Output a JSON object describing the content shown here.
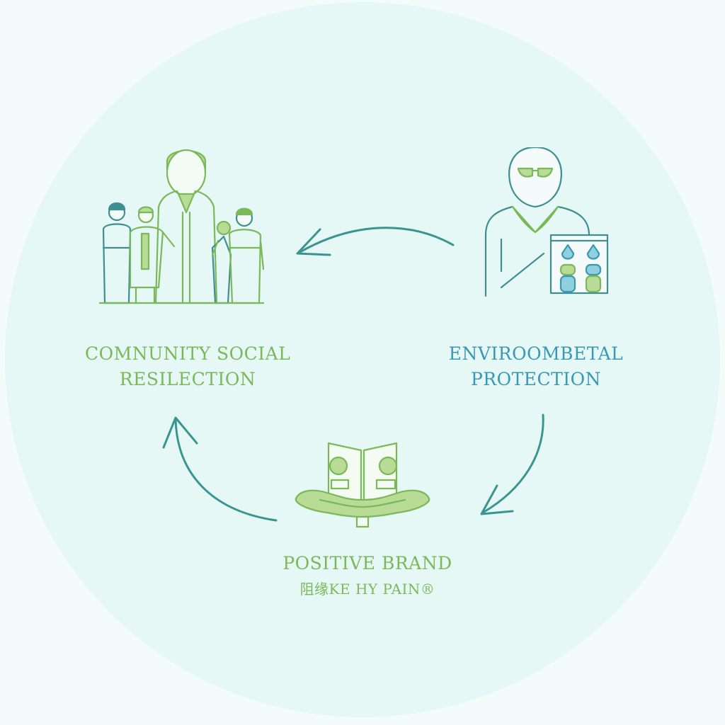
{
  "colors": {
    "background": "#f4fbfb",
    "circle_fill": "#e6f8f5",
    "arrow": "#3a9590",
    "green": "#7bb85a",
    "green_fill": "#b8dc96",
    "teal": "#3f8e92",
    "blue_fill": "#8fd0df"
  },
  "nodes": {
    "community": {
      "icon": "community-people-icon",
      "line1": "COMNUNITY SOCIAL",
      "line2": "RESILECTION",
      "color": "#7bb85a"
    },
    "environmental": {
      "icon": "environmental-person-icon",
      "line1": "ENVIROOMBETAL",
      "line2": "PROTECTION",
      "color": "#3a98b4"
    },
    "brand": {
      "icon": "open-book-hands-icon",
      "line1": "POSITIVE BRAND",
      "line2": "阻缘KE HY PAIN®",
      "color": "#7bb85a"
    }
  },
  "arrows": [
    {
      "from": "environmental",
      "to": "community"
    },
    {
      "from": "environmental",
      "to": "brand"
    },
    {
      "from": "brand",
      "to": "community"
    }
  ]
}
